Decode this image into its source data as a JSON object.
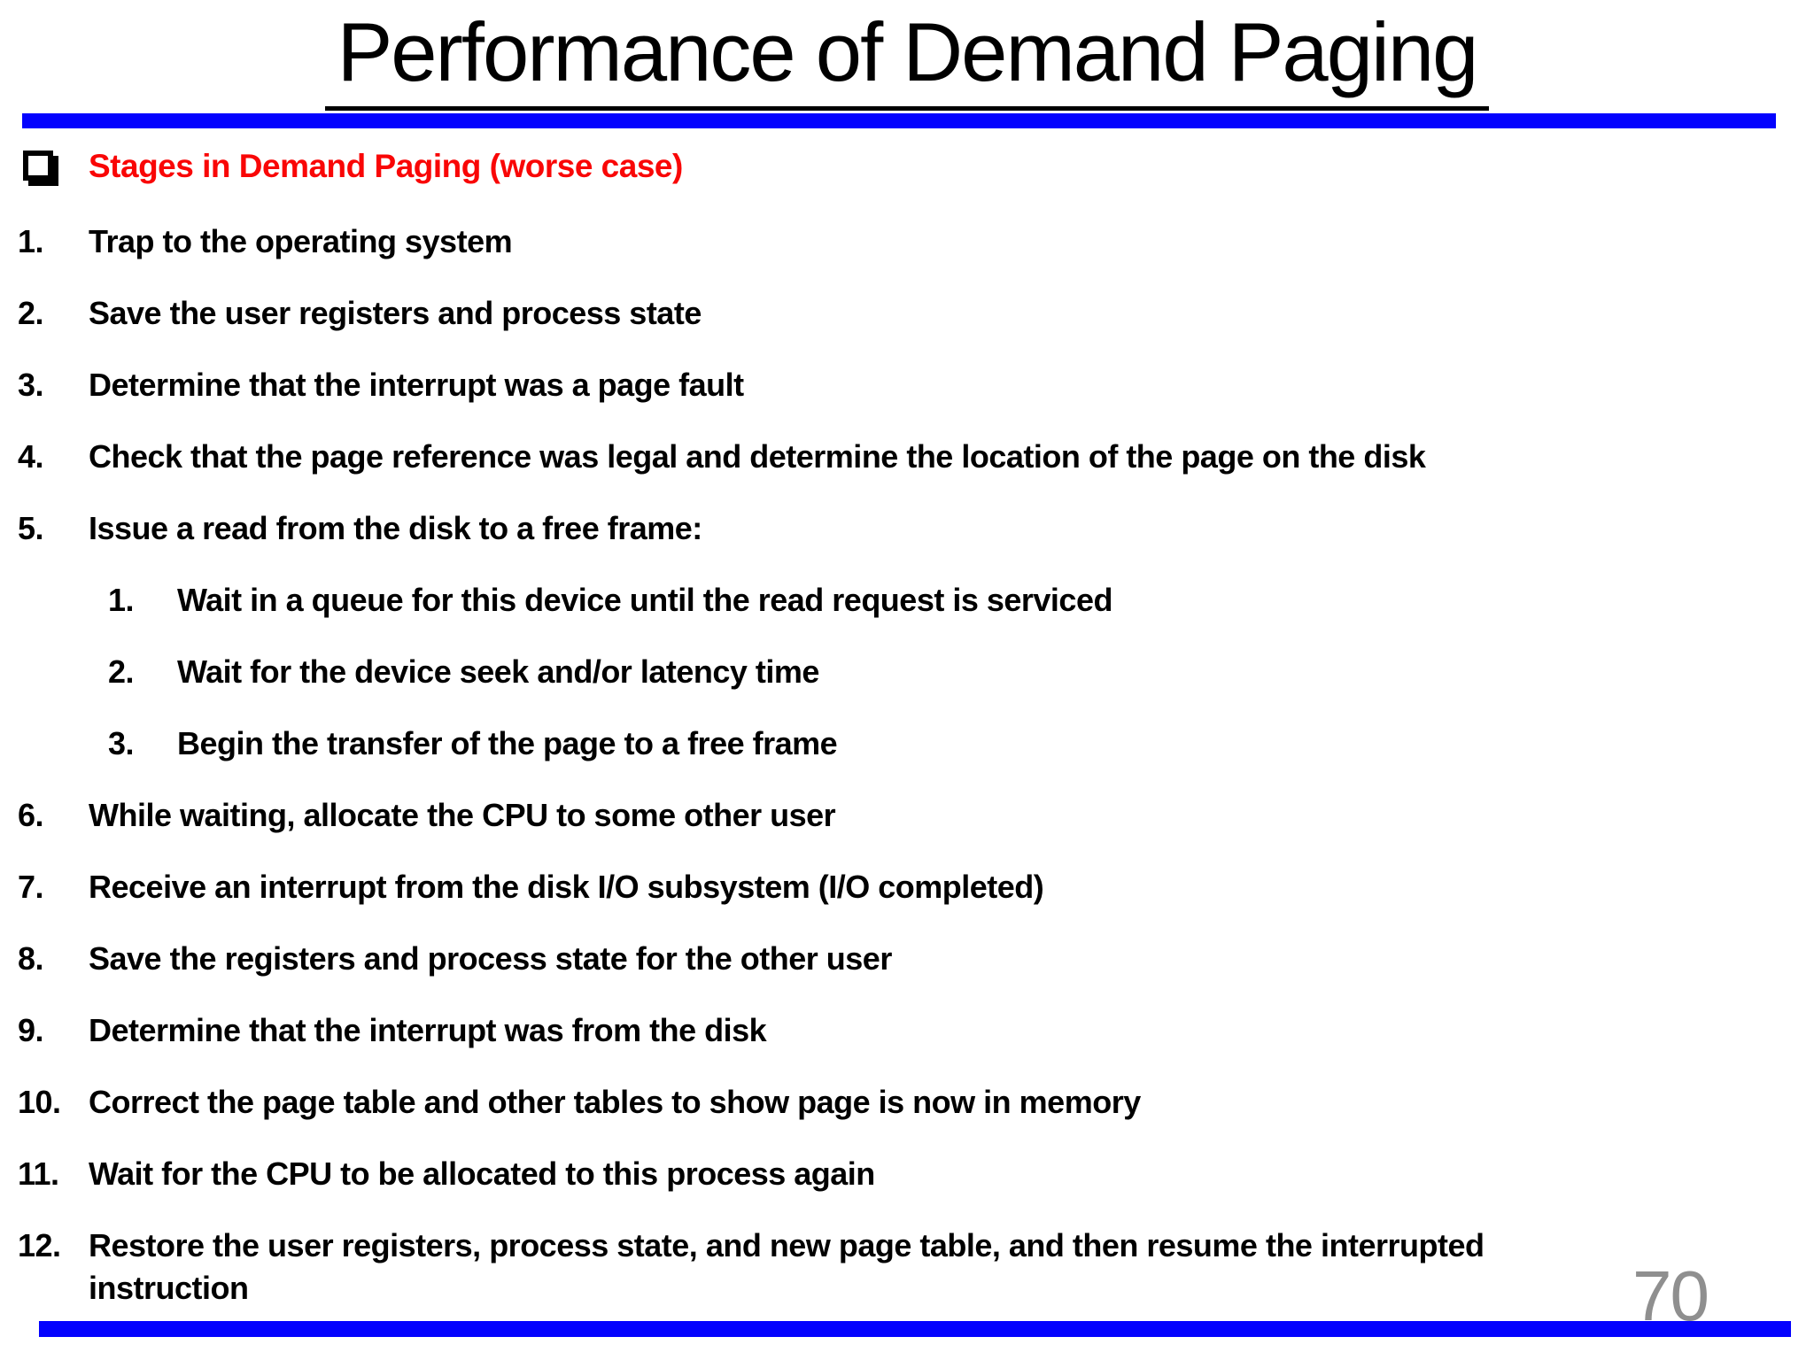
{
  "slide": {
    "title": "Performance of Demand Paging",
    "page_number": "70",
    "colors": {
      "rule_blue": "#0402fe",
      "heading_red": "#f90606",
      "body_text": "#000000",
      "page_number_gray": "#8f8f8f"
    },
    "heading": {
      "bullet_icon": "shadowed-square-bullet",
      "label": "Stages in Demand Paging (worse case)"
    },
    "steps": [
      {
        "num": "1.",
        "text": "Trap to the operating system"
      },
      {
        "num": "2.",
        "text": "Save the user registers and process state"
      },
      {
        "num": "3.",
        "text": "Determine that the interrupt was a page fault"
      },
      {
        "num": "4.",
        "text": "Check that the page reference was legal and determine the location of the page on the disk"
      },
      {
        "num": "5.",
        "text": "Issue a read from the disk to a free frame:"
      },
      {
        "num": "6.",
        "text": "While waiting, allocate the CPU to some other user"
      },
      {
        "num": "7.",
        "text": "Receive an interrupt from the disk I/O subsystem (I/O completed)"
      },
      {
        "num": "8.",
        "text": "Save the registers and process state for the other user"
      },
      {
        "num": "9.",
        "text": "Determine that the interrupt was from the disk"
      },
      {
        "num": "10.",
        "text": "Correct the page table and other tables to show page is now in memory"
      },
      {
        "num": "11.",
        "text": "Wait for the CPU to be allocated to this process again"
      },
      {
        "num": "12.",
        "text": "Restore the user registers, process state, and new page table, and then resume the interrupted instruction"
      }
    ],
    "substeps": [
      {
        "num": "1.",
        "text": "Wait in a queue for this device until the read request is serviced"
      },
      {
        "num": "2.",
        "text": "Wait for the device seek and/or latency time"
      },
      {
        "num": "3.",
        "text": "Begin the transfer of the page to a free frame"
      }
    ]
  }
}
